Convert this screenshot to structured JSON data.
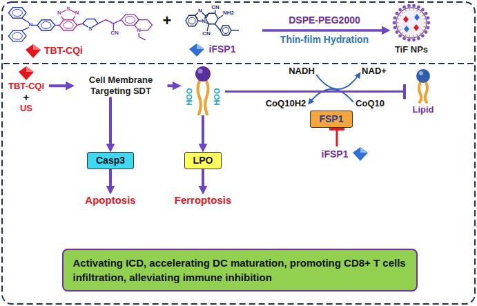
{
  "diagram": {
    "nodes": [
      {
        "text": [
          "TBT-CQi",
          "+",
          "US"
        ]
      },
      {
        "text": [
          "Cell Membrane Targeting SDT"
        ]
      },
      {
        "text": [
          "HOO",
          "HOO"
        ]
      },
      {
        "text": [
          "FSP1"
        ]
      },
      {
        "text": [
          "Lipid"
        ]
      },
      {
        "text": [
          "Casp3"
        ]
      },
      {
        "text": [
          "LPO"
        ]
      },
      {
        "text": [
          "Apoptosis"
        ]
      },
      {
        "text": [
          "Ferroptosis"
        ]
      },
      {
        "text": [
          "iFSP1"
        ]
      },
      {
        "text": [
          "Activating ICD, accelerating DC maturation, promoting CD8+ T cells infiltration, alleviating immune inhibition"
        ]
      }
    ],
    "edges": [
      {
        "from": 0,
        "to": 1,
        "arrow": "to"
      },
      {
        "from": 1,
        "to": 2,
        "arrow": "to"
      },
      {
        "from": 2,
        "to": 4,
        "arrow": "to"
      },
      {
        "from": 1,
        "to": 5,
        "arrow": "to"
      },
      {
        "from": 5,
        "to": 7,
        "arrow": "to"
      },
      {
        "from": 2,
        "to": 6,
        "arrow": "to"
      },
      {
        "from": 6,
        "to": 8,
        "arrow": "to"
      },
      {
        "from": 9,
        "to": 3,
        "arrow": "to"
      }
    ],
    "labels": [
      "N",
      "N",
      "S",
      "N",
      "S",
      "CN",
      "N",
      "TBT-CQi",
      "+",
      "CN",
      "NH2",
      "N",
      "N",
      "CN",
      "iFSP1",
      "DSPE-PEG2000",
      "Thin-film Hydration",
      "TiF NPs",
      "NADH",
      "NAD+",
      "CoQ10H2",
      "CoQ10"
    ]
  }
}
